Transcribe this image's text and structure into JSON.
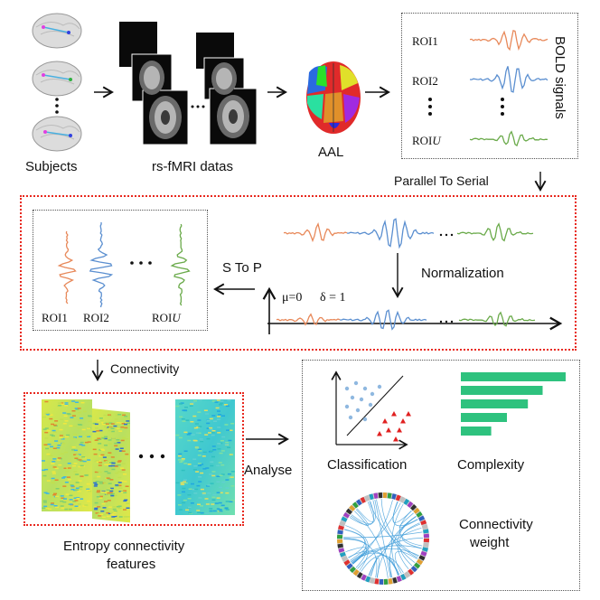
{
  "pipeline": {
    "subjects_label": "Subjects",
    "fmri_label": "rs-fMRI datas",
    "atlas_label": "AAL",
    "bold_label": "BOLD signals",
    "parallel_to_serial": "Parallel To Serial",
    "normalization": "Normalization",
    "s_to_p": "S To P",
    "mu_label": "μ=0",
    "delta_label": "δ = 1",
    "connectivity": "Connectivity",
    "analyse": "Analyse",
    "features_label_line1": "Entropy connectivity",
    "features_label_line2": "features",
    "classification": "Classification",
    "complexity": "Complexity",
    "conn_weight_line1": "Connectivity",
    "conn_weight_line2": "weight",
    "ellipsis": "…"
  },
  "rois": {
    "roi1": "ROI1",
    "roi2": "ROI2",
    "roiu_prefix": "ROI",
    "roiu_suffix": "U"
  },
  "colors": {
    "roi1": "#e8895a",
    "roi2": "#5b8fd0",
    "roiu": "#6aaa4a",
    "red_box": "#e8281e",
    "bars": "#2ec27e",
    "scatter_blue": "#8fb8e0",
    "scatter_red": "#e02020"
  },
  "complexity_bars": [
    1.0,
    0.78,
    0.64,
    0.44,
    0.29
  ]
}
